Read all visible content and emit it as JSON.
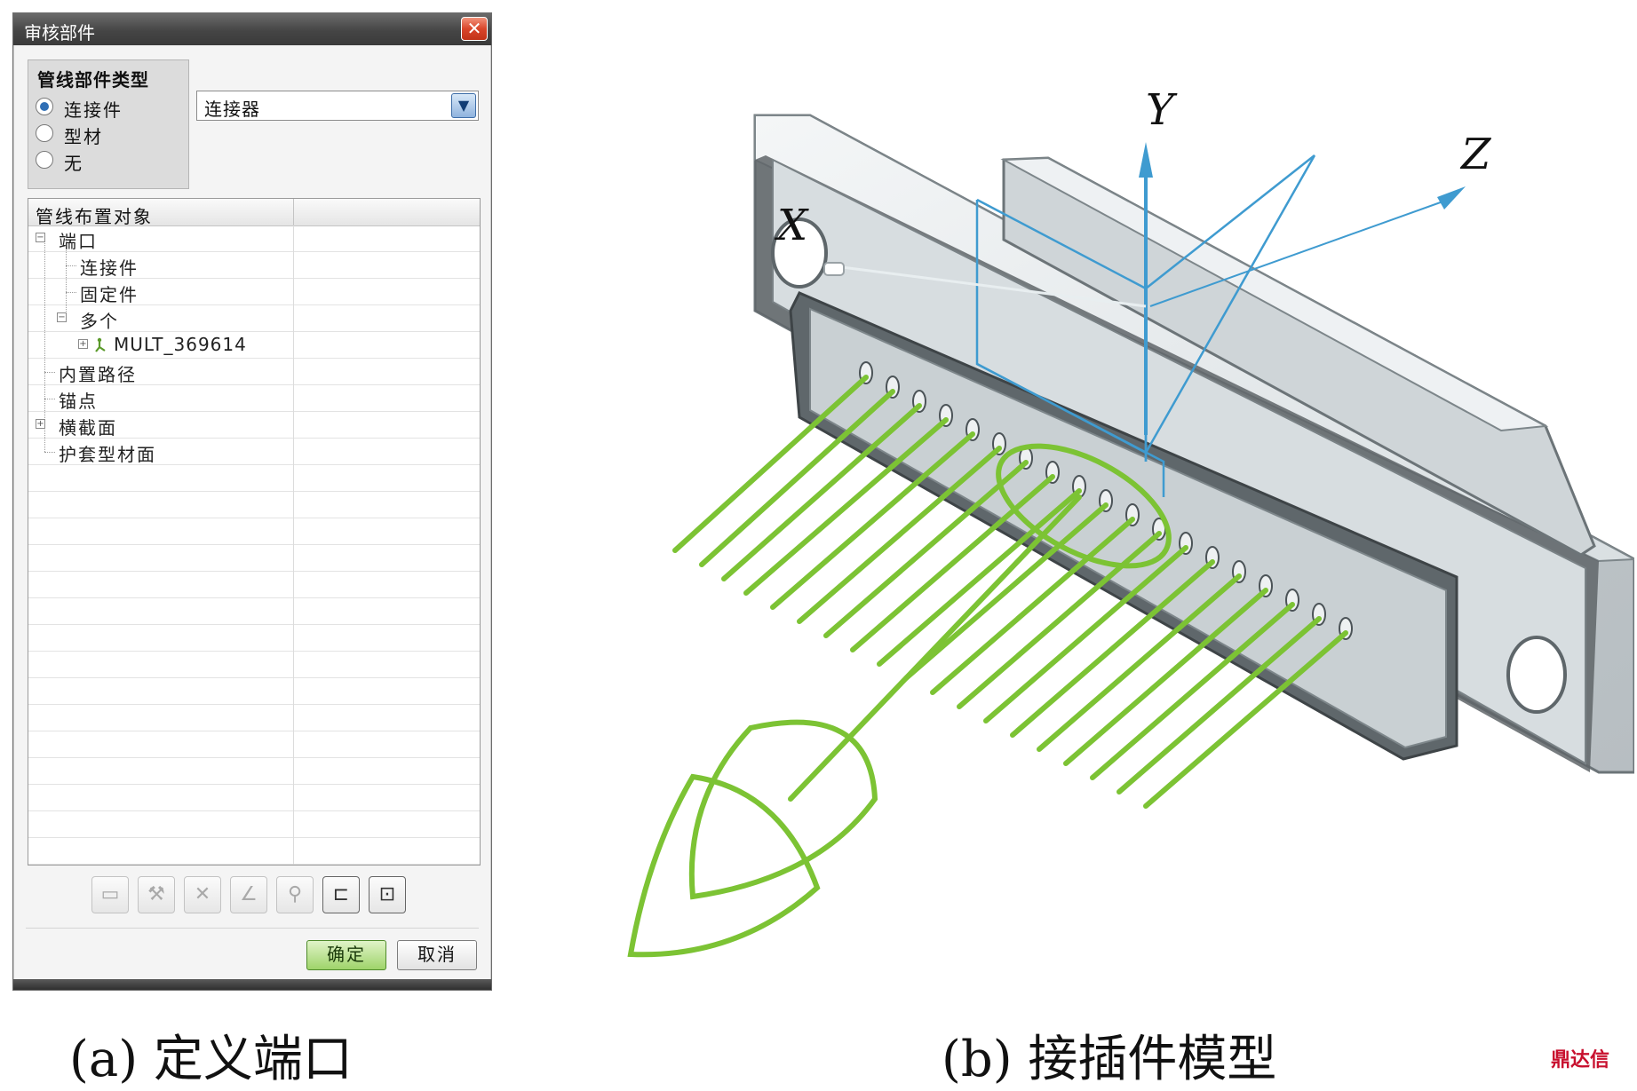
{
  "dialog": {
    "title": "审核部件",
    "close_symbol": "✕",
    "type_group": {
      "label": "管线部件类型",
      "options": [
        {
          "label": "连接件",
          "selected": true
        },
        {
          "label": "型材",
          "selected": false
        },
        {
          "label": "无",
          "selected": false
        }
      ]
    },
    "select": {
      "value": "连接器",
      "arrow": "▼"
    },
    "tree": {
      "header": "管线布置对象",
      "items": [
        {
          "label": "端口",
          "expander": "−"
        },
        {
          "label": "连接件"
        },
        {
          "label": "固定件"
        },
        {
          "label": "多个",
          "expander": "−"
        },
        {
          "label": "MULT_369614",
          "expander": "+",
          "icon": "part-icon"
        },
        {
          "label": "内置路径"
        },
        {
          "label": "锚点"
        },
        {
          "label": "横截面",
          "expander": "+"
        },
        {
          "label": "护套型材面"
        }
      ]
    },
    "toolbar": [
      {
        "icon": "new-document-icon",
        "glyph": "▭"
      },
      {
        "icon": "wrench-icon",
        "glyph": "⚒"
      },
      {
        "icon": "delete-icon",
        "glyph": "✕"
      },
      {
        "icon": "route-icon",
        "glyph": "∠"
      },
      {
        "icon": "brush-icon",
        "glyph": "⚲"
      },
      {
        "icon": "tag-icon",
        "glyph": "⊏"
      },
      {
        "icon": "tag-edit-icon",
        "glyph": "⊡"
      }
    ],
    "ok_label": "确定",
    "cancel_label": "取消"
  },
  "model": {
    "axis_x": "X",
    "axis_y": "Y",
    "axis_z": "Z",
    "wire_color": "#7cc334",
    "axis_color": "#3f9bd0"
  },
  "captions": {
    "left": "(a) 定义端口",
    "right": "(b) 接插件模型"
  },
  "watermark": "鼎达信"
}
